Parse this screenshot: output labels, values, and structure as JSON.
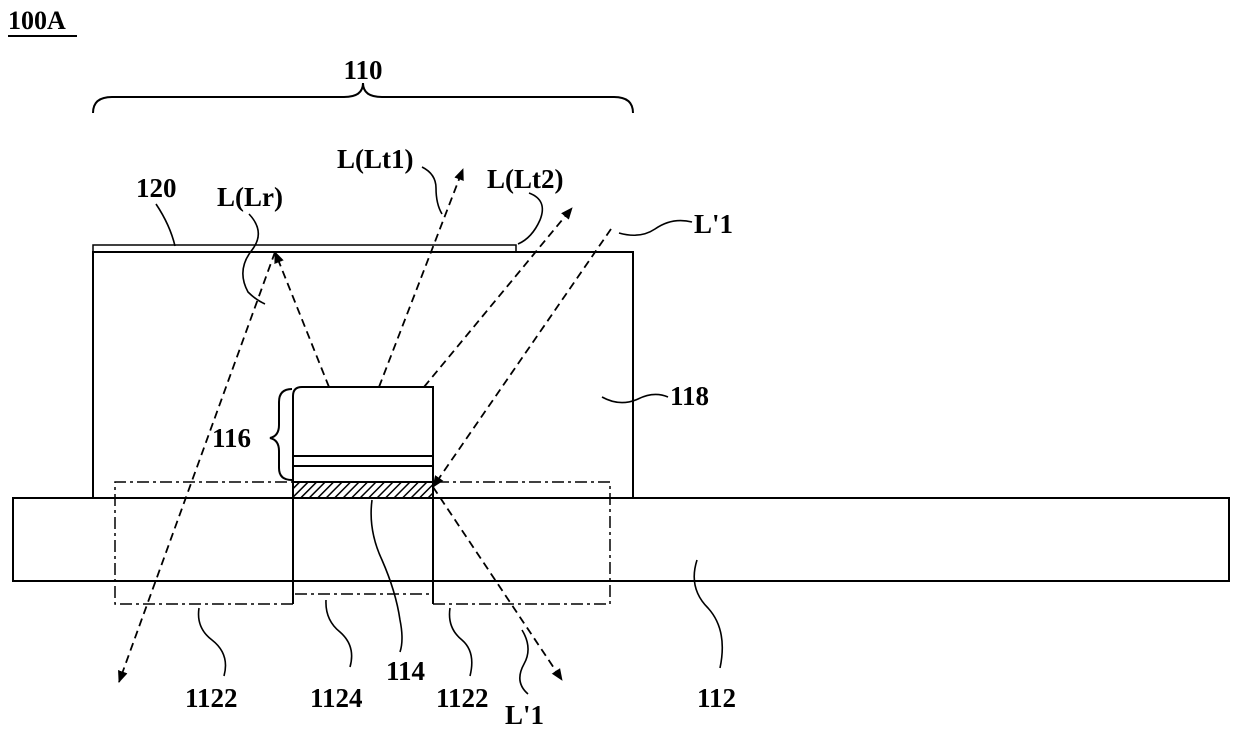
{
  "figure": {
    "id": "100A",
    "labels": {
      "assembly": "110",
      "layer_120": "120",
      "ray_lr": "L(Lr)",
      "ray_lt1": "L(Lt1)",
      "ray_lt2": "L(Lt2)",
      "ray_l1_top": "L'1",
      "encapsulant": "118",
      "chip": "116",
      "pad_left": "1122",
      "gap": "1124",
      "adhesive": "114",
      "pad_right": "1122",
      "ray_l1_bottom": "L'1",
      "substrate": "112"
    }
  },
  "colors": {
    "ink": "#000000",
    "background": "#ffffff"
  }
}
